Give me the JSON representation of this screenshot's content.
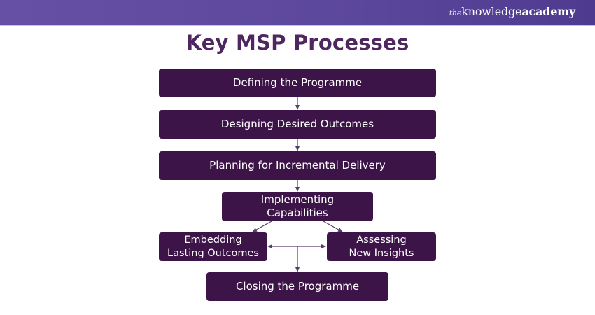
{
  "brand": {
    "prefix": "the",
    "name_part1": "knowledge",
    "name_part2": "academy"
  },
  "title": "Key MSP Processes",
  "colors": {
    "banner": "#5b479c",
    "title": "#4f2660",
    "box_fill": "#3d1448",
    "box_text": "#ffffff",
    "connector": "#5a3a6a"
  },
  "nodes": [
    {
      "id": "define",
      "label": "Defining the Programme"
    },
    {
      "id": "design",
      "label": "Designing Desired Outcomes"
    },
    {
      "id": "plan",
      "label": "Planning for Incremental Delivery"
    },
    {
      "id": "implement",
      "label_line1": "Implementing",
      "label_line2": "Capabilities"
    },
    {
      "id": "embed",
      "label_line1": "Embedding",
      "label_line2": "Lasting Outcomes"
    },
    {
      "id": "assess",
      "label_line1": "Assessing",
      "label_line2": "New Insights"
    },
    {
      "id": "close",
      "label": "Closing the Programme"
    }
  ],
  "edges": [
    {
      "from": "define",
      "to": "design"
    },
    {
      "from": "design",
      "to": "plan"
    },
    {
      "from": "plan",
      "to": "implement"
    },
    {
      "from": "implement",
      "to": "embed"
    },
    {
      "from": "implement",
      "to": "assess"
    },
    {
      "from": "embed",
      "to": "assess",
      "bidirectional": true
    },
    {
      "from": "embed-assess-link",
      "to": "close"
    }
  ]
}
